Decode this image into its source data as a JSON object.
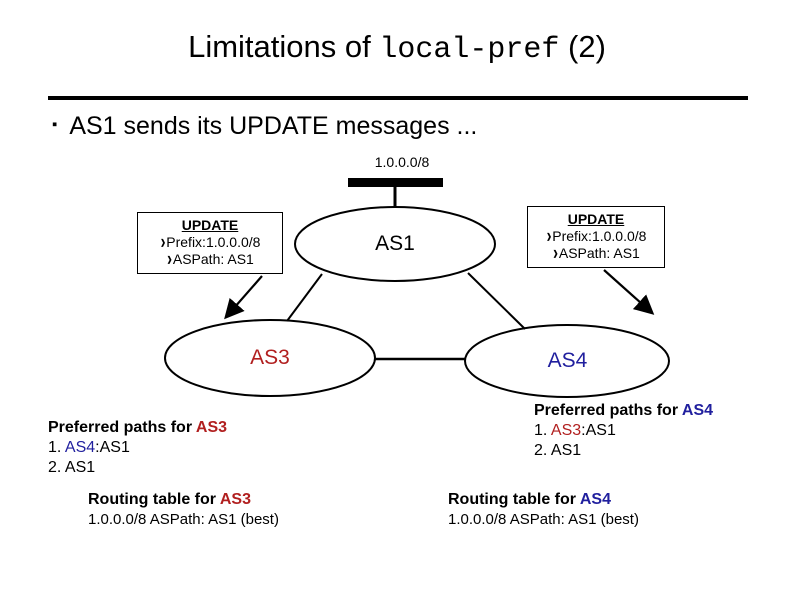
{
  "slide": {
    "title_prefix": "Limitations of ",
    "title_mono": "local-pref",
    "title_suffix": " (2)",
    "bullet_mark": "▪",
    "bullet_text": "AS1 sends its UPDATE messages ..."
  },
  "diagram": {
    "prefix_label": "1.0.0.0/8",
    "nodes": [
      {
        "id": "as1",
        "label": "AS1",
        "color": "#000000"
      },
      {
        "id": "as3",
        "label": "AS3",
        "color": "#b11f1f"
      },
      {
        "id": "as4",
        "label": "AS4",
        "color": "#201f9e"
      }
    ],
    "update_left": {
      "title": "UPDATE",
      "bullet": "❱",
      "prefix_line": "Prefix:1.0.0.0/8",
      "aspath_line": "ASPath: AS1"
    },
    "update_right": {
      "title": "UPDATE",
      "bullet": "❱",
      "prefix_line": "Prefix:1.0.0.0/8",
      "aspath_line": "ASPath: AS1"
    }
  },
  "preferred_paths_as3": {
    "head_static": "Preferred paths for ",
    "head_target": "AS3",
    "line1_num": "1. ",
    "line1_via": "AS4",
    "line1_rest": ":AS1",
    "line2": "2. AS1"
  },
  "preferred_paths_as4": {
    "head_static": "Preferred paths for ",
    "head_target": "AS4",
    "line1_num": "1. ",
    "line1_via": "AS3",
    "line1_rest": ":AS1",
    "line2": "2. AS1"
  },
  "routing_table_as3": {
    "head_static": "Routing table for ",
    "head_target": "AS3",
    "row": "1.0.0.0/8 ASPath: AS1 (best)"
  },
  "routing_table_as4": {
    "head_static": "Routing table for ",
    "head_target": "AS4",
    "row": "1.0.0.0/8 ASPath: AS1 (best)"
  },
  "colors": {
    "as3": "#b11f1f",
    "as4": "#201f9e",
    "ink": "#000000",
    "background": "#ffffff"
  }
}
